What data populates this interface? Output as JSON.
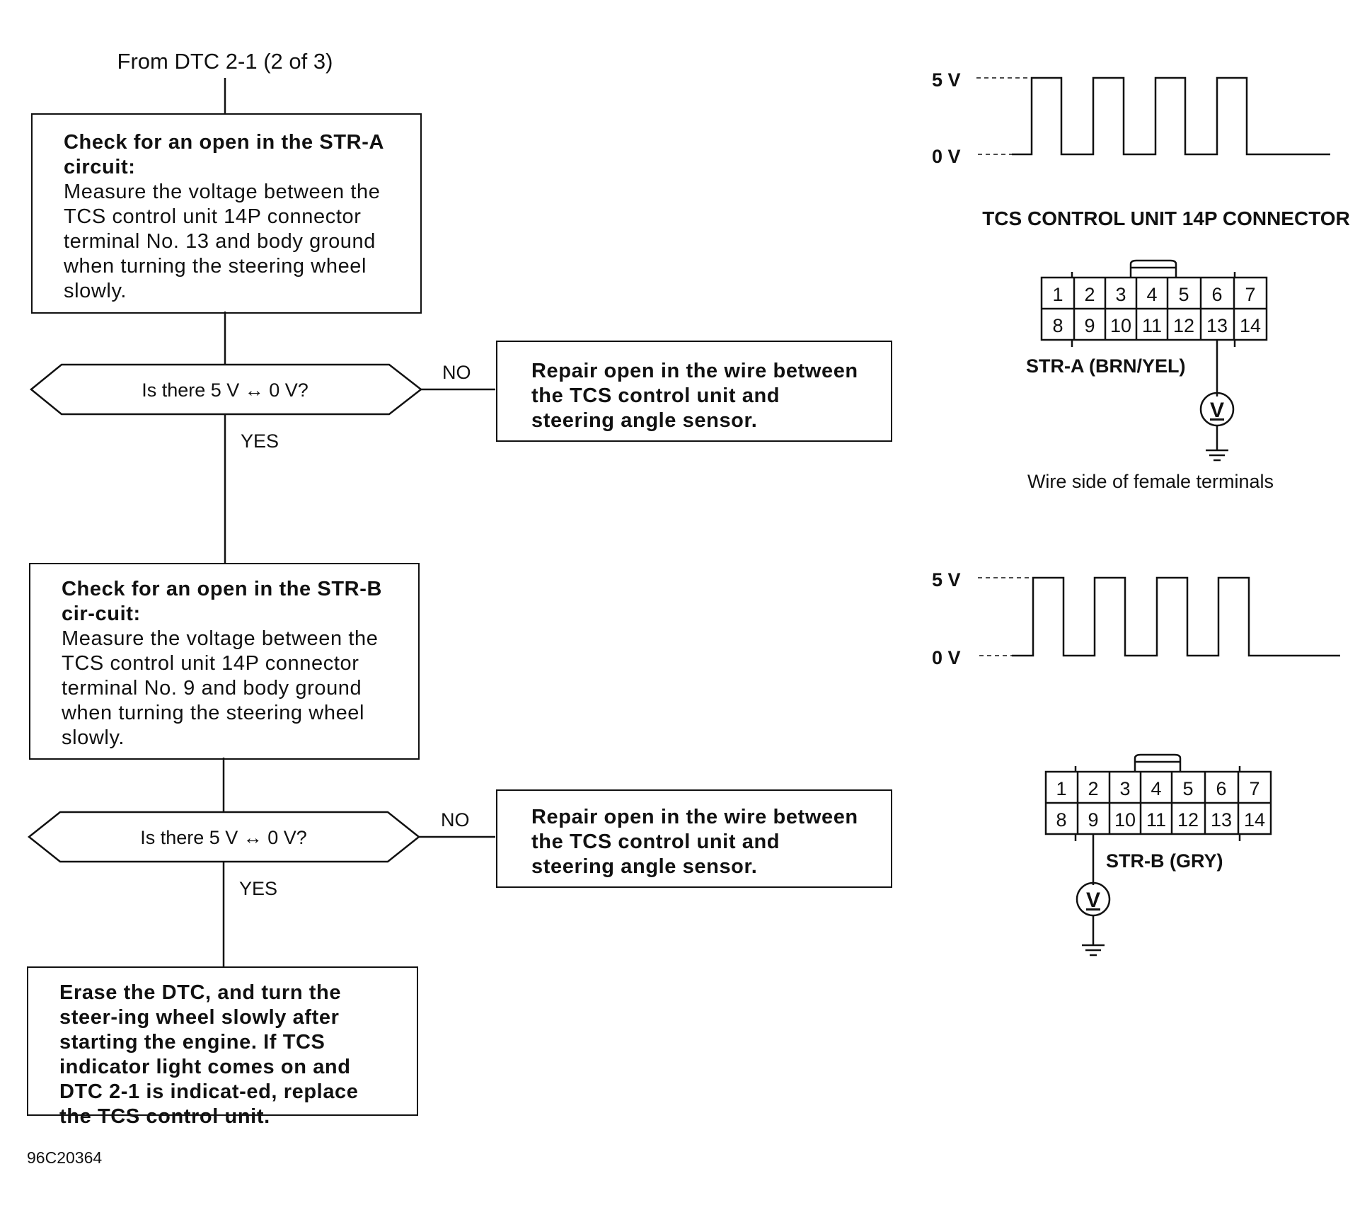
{
  "flow": {
    "origin": "From DTC 2-1 (2 of 3)",
    "step1": {
      "title": "Check for an open in the STR-A circuit:",
      "body": "Measure the voltage between the TCS control unit 14P connector terminal No. 13 and body ground when turning the steering wheel slowly."
    },
    "decision1": "Is there 5 V ↔ 0 V?",
    "no_label": "NO",
    "yes_label": "YES",
    "repair": "Repair open in the wire between the TCS control unit and steering angle sensor.",
    "step2": {
      "title": "Check for an open in the STR-B cir-cuit:",
      "body": "Measure the voltage between the TCS control unit 14P connector terminal No. 9 and body ground when turning the steering wheel slowly."
    },
    "decision2": "Is there 5 V ↔ 0 V?",
    "final": "Erase the DTC, and turn the steer-ing wheel slowly after starting the engine. If TCS indicator light comes on and DTC 2-1 is indicat-ed, replace the TCS control unit."
  },
  "waveform": {
    "high_label": "5 V",
    "low_label": "0 V"
  },
  "connector": {
    "title": "TCS CONTROL UNIT 14P CONNECTOR",
    "top_row": [
      "1",
      "2",
      "3",
      "4",
      "5",
      "6",
      "7"
    ],
    "bottom_row": [
      "8",
      "9",
      "10",
      "11",
      "12",
      "13",
      "14"
    ],
    "probe_a": "STR-A (BRN/YEL)",
    "probe_b": "STR-B (GRY)",
    "meter_symbol": "V",
    "caption": "Wire side of female terminals"
  },
  "figure_id": "96C20364"
}
